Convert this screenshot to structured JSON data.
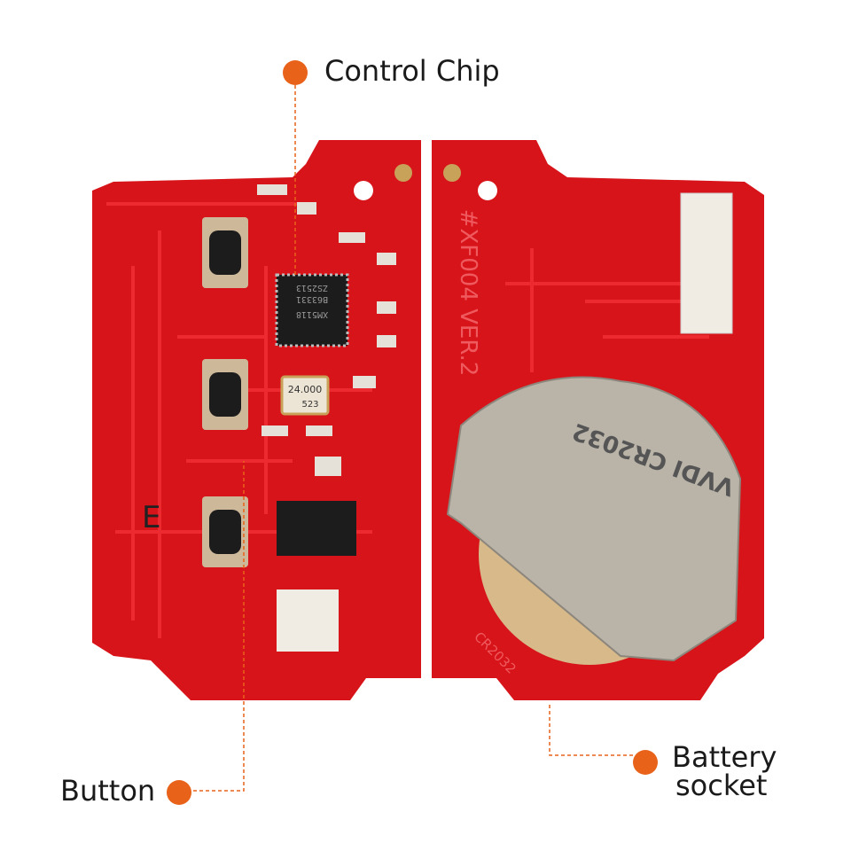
{
  "callouts": {
    "control_chip": "Control Chip",
    "button": "Button",
    "battery_line1": "Battery",
    "battery_line2": "socket"
  },
  "pcb_text": {
    "version": "#XF004 VER.2",
    "battery_type": "CR2032",
    "battery_clip": "VVDI CR2032",
    "chip": "XM5118",
    "chip_line2": "B63331",
    "chip_line3": "ZS2513",
    "crystal": "24.000",
    "crystal_code": "523",
    "side_mark": "E"
  },
  "colors": {
    "accent": "#e8621a",
    "pcb": "#d7141a",
    "pcb_trace": "#e8232a",
    "chip": "#1c1c1c",
    "metal": "#b9b3a8",
    "pad": "#c9a25a"
  }
}
